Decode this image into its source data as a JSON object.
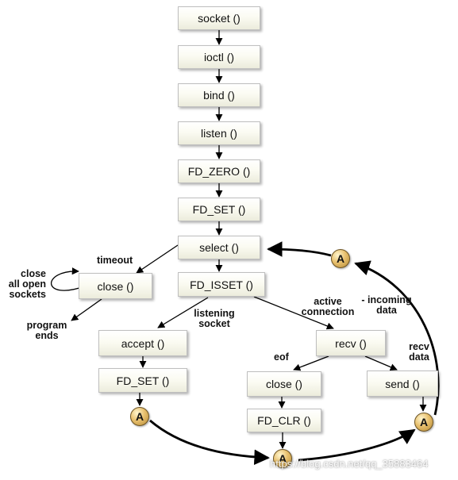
{
  "boxes": {
    "socket": "socket ()",
    "ioctl": "ioctl ()",
    "bind": "bind ()",
    "listen": "listen ()",
    "fd_zero": "FD_ZERO ()",
    "fd_set_top": "FD_SET ()",
    "select": "select ()",
    "close_left": "close ()",
    "fd_isset": "FD_ISSET ()",
    "accept": "accept ()",
    "fd_set_bottom": "FD_SET ()",
    "recv": "recv ()",
    "close_mid": "close ()",
    "send": "send ()",
    "fd_clr": "FD_CLR ()"
  },
  "labels": {
    "timeout": "timeout",
    "close_all_line1": "close",
    "close_all_line2": "all open",
    "close_all_line3": "sockets",
    "program_ends_line1": "program",
    "program_ends_line2": "ends",
    "listening_line1": "listening",
    "listening_line2": "socket",
    "active_line1": "active",
    "active_line2": "connection",
    "incoming_line1": "- incoming",
    "incoming_line2": "data",
    "eof": "eof",
    "recv_data_line1": "recv",
    "recv_data_line2": "data"
  },
  "connectors": {
    "a1": "A",
    "a2": "A",
    "a3": "A",
    "a4": "A"
  },
  "watermark": "https://blog.csdn.net/qq_35883464"
}
